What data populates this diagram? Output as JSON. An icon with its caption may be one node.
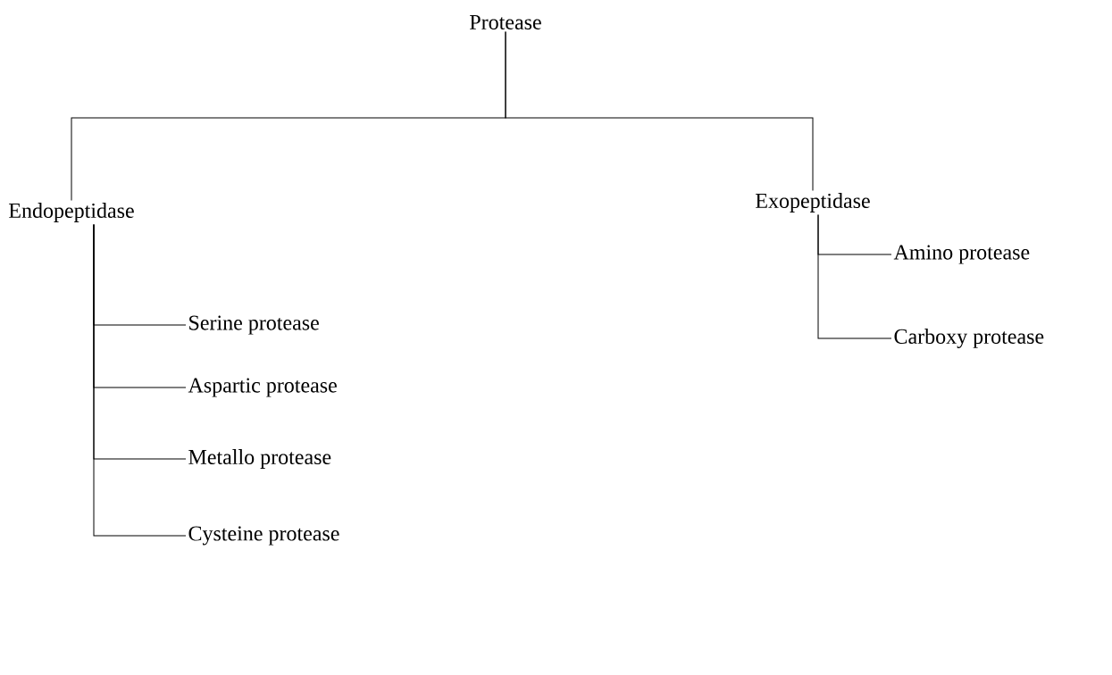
{
  "diagram": {
    "nodes": [
      {
        "text": [
          "Protease"
        ]
      },
      {
        "text": [
          "Endopeptidase"
        ]
      },
      {
        "text": [
          "Exopeptidase"
        ]
      },
      {
        "text": [
          "Serine protease"
        ]
      },
      {
        "text": [
          "Aspartic protease"
        ]
      },
      {
        "text": [
          "Metallo protease"
        ]
      },
      {
        "text": [
          "Cysteine protease"
        ]
      },
      {
        "text": [
          "Amino protease"
        ]
      },
      {
        "text": [
          "Carboxy protease"
        ]
      }
    ],
    "edges": [
      {
        "from": 0,
        "to": 1,
        "arrow": "none"
      },
      {
        "from": 0,
        "to": 2,
        "arrow": "none"
      },
      {
        "from": 1,
        "to": 3,
        "arrow": "none"
      },
      {
        "from": 1,
        "to": 4,
        "arrow": "none"
      },
      {
        "from": 1,
        "to": 5,
        "arrow": "none"
      },
      {
        "from": 1,
        "to": 6,
        "arrow": "none"
      },
      {
        "from": 2,
        "to": 7,
        "arrow": "none"
      },
      {
        "from": 2,
        "to": 8,
        "arrow": "none"
      }
    ]
  }
}
